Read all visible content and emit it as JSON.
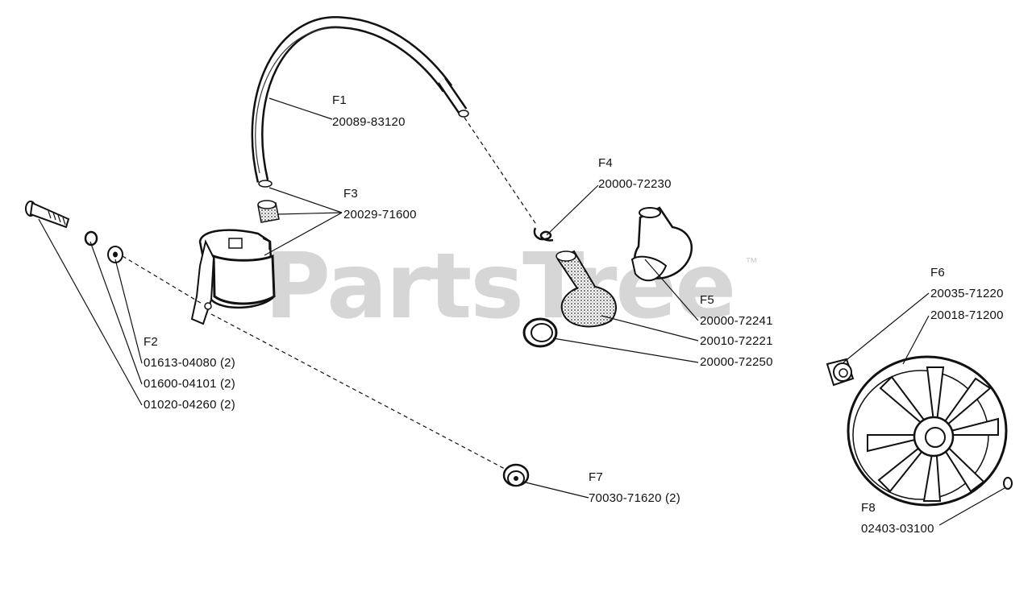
{
  "watermark": {
    "text": "PartsTree",
    "mark": "™"
  },
  "callouts": {
    "f1": {
      "id": "F1",
      "parts": [
        "20089-83120"
      ]
    },
    "f2": {
      "id": "F2",
      "parts": [
        "01613-04080 (2)",
        "01600-04101 (2)",
        "01020-04260 (2)"
      ]
    },
    "f3": {
      "id": "F3",
      "parts": [
        "20029-71600"
      ]
    },
    "f4": {
      "id": "F4",
      "parts": [
        "20000-72230"
      ]
    },
    "f5": {
      "id": "F5",
      "parts": [
        "20000-72241",
        "20010-72221",
        "20000-72250"
      ]
    },
    "f6": {
      "id": "F6",
      "parts": [
        "20035-71220",
        "20018-71200"
      ]
    },
    "f7": {
      "id": "F7",
      "parts": [
        "70030-71620 (2)"
      ]
    },
    "f8": {
      "id": "F8",
      "parts": [
        "02403-03100"
      ]
    }
  },
  "components": [
    "spark-plug-wire",
    "ignition-coil",
    "wire-terminal-nut",
    "screw",
    "spring-washer",
    "flat-washer",
    "spark-plug-cap-spring",
    "spark-plug-cap",
    "cap-boot",
    "boot-ring",
    "flywheel",
    "flywheel-nut",
    "spacer",
    "woodruff-key"
  ]
}
